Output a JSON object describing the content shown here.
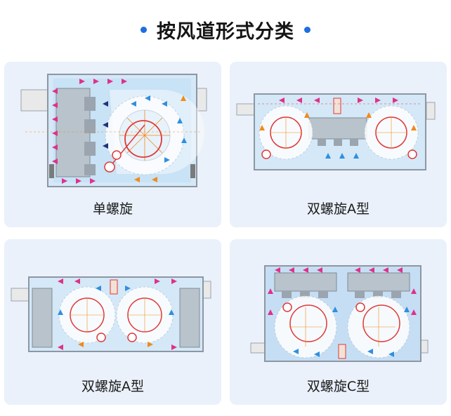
{
  "header": {
    "title": "按风道形式分类"
  },
  "colors": {
    "accent": "#1d6fe0",
    "card_bg": "#eaf1fa",
    "duct_fill": "#d4e8f8",
    "arrow_inlet": "#e0318a",
    "arrow_flow": "#2f8fe0",
    "arrow_return": "#f08a1c",
    "arrow_navy": "#23307a",
    "motor_red": "#e03838"
  },
  "cards": [
    {
      "label": "单螺旋",
      "icon": "single-spiral-duct-diagram"
    },
    {
      "label": "双螺旋A型",
      "icon": "double-spiral-a-diagram"
    },
    {
      "label": "双螺旋A型",
      "icon": "double-spiral-a-wall-diagram"
    },
    {
      "label": "双螺旋C型",
      "icon": "double-spiral-c-diagram"
    }
  ]
}
